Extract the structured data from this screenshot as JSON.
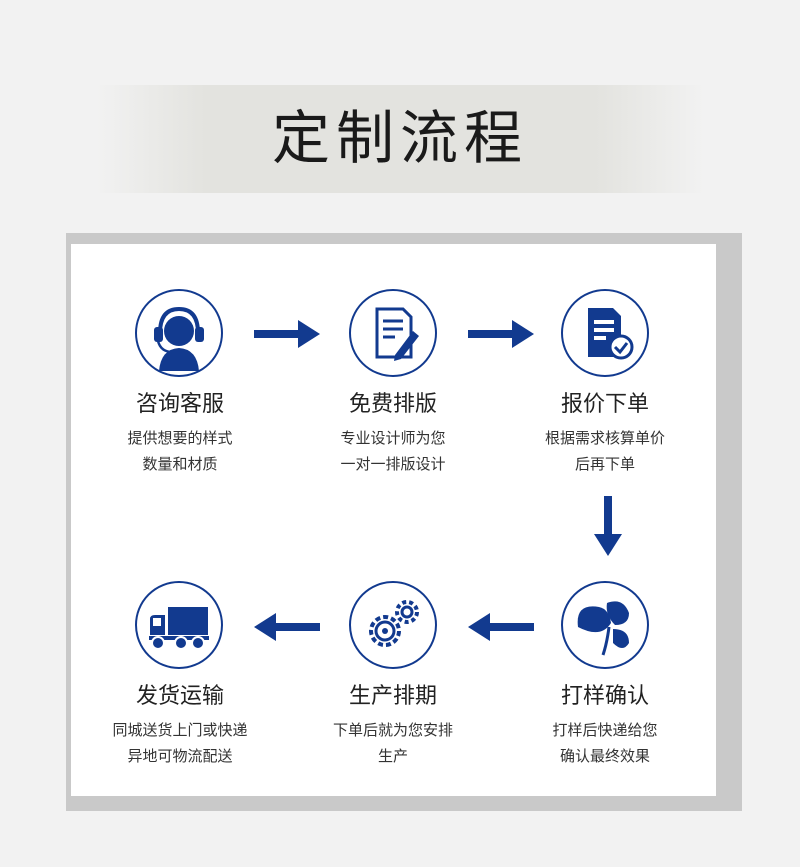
{
  "page": {
    "title": "定制流程"
  },
  "steps": [
    {
      "title": "咨询客服",
      "desc1": "提供想要的样式",
      "desc2": "数量和材质",
      "icon": "headset-icon"
    },
    {
      "title": "免费排版",
      "desc1": "专业设计师为您",
      "desc2": "一对一排版设计",
      "icon": "document-edit-icon"
    },
    {
      "title": "报价下单",
      "desc1": "根据需求核算单价",
      "desc2": "后再下单",
      "icon": "document-check-icon"
    },
    {
      "title": "打样确认",
      "desc1": "打样后快递给您",
      "desc2": "确认最终效果",
      "icon": "clover-leaf-icon"
    },
    {
      "title": "生产排期",
      "desc1": "下单后就为您安排",
      "desc2": "生产",
      "icon": "gears-icon"
    },
    {
      "title": "发货运输",
      "desc1": "同城送货上门或快递",
      "desc2": "异地可物流配送",
      "icon": "truck-icon"
    }
  ],
  "colors": {
    "accent": "#123a8f",
    "text": "#222222"
  }
}
